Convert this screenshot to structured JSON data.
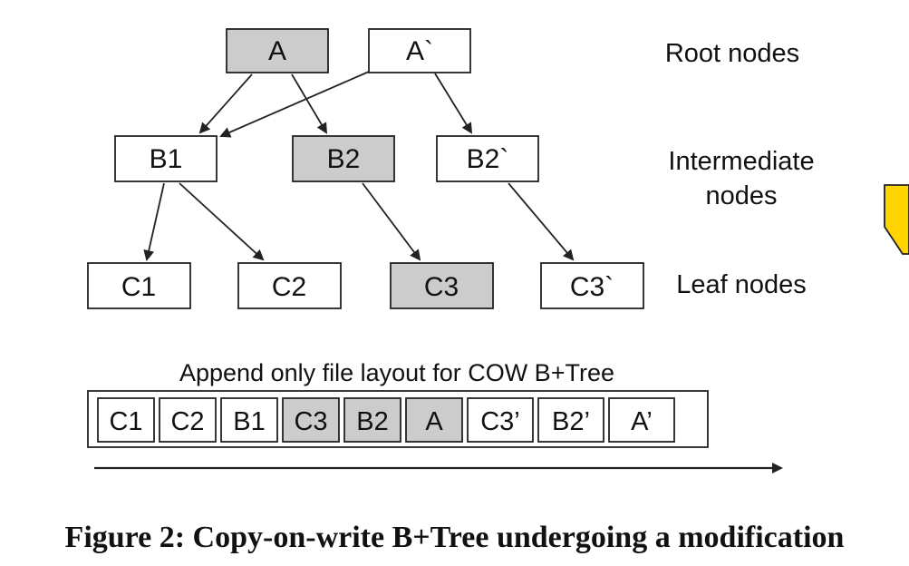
{
  "colors": {
    "shaded": "#cccccc",
    "plain": "#ffffff",
    "stroke": "#222222",
    "highlight": "#ffd400"
  },
  "tree": {
    "root_a": {
      "label": "A",
      "shaded": true
    },
    "root_a2": {
      "label": "A`",
      "shaded": false
    },
    "b1": {
      "label": "B1",
      "shaded": false
    },
    "b2": {
      "label": "B2",
      "shaded": true
    },
    "b2_new": {
      "label": "B2`",
      "shaded": false
    },
    "c1": {
      "label": "C1",
      "shaded": false
    },
    "c2": {
      "label": "C2",
      "shaded": false
    },
    "c3": {
      "label": "C3",
      "shaded": true
    },
    "c3_new": {
      "label": "C3`",
      "shaded": false
    }
  },
  "levels": {
    "root": "Root nodes",
    "intermediate_line1": "Intermediate",
    "intermediate_line2": "nodes",
    "leaf": "Leaf nodes"
  },
  "file_layout": {
    "title": "Append only file layout for COW B+Tree",
    "cells": [
      {
        "label": "C1",
        "shaded": false
      },
      {
        "label": "C2",
        "shaded": false
      },
      {
        "label": "B1",
        "shaded": false
      },
      {
        "label": "C3",
        "shaded": true
      },
      {
        "label": "B2",
        "shaded": true
      },
      {
        "label": "A",
        "shaded": true
      },
      {
        "label": "C3’",
        "shaded": false
      },
      {
        "label": "B2’",
        "shaded": false
      },
      {
        "label": "A’",
        "shaded": false
      }
    ]
  },
  "caption": "Figure 2: Copy-on-write B+Tree undergoing a modification"
}
